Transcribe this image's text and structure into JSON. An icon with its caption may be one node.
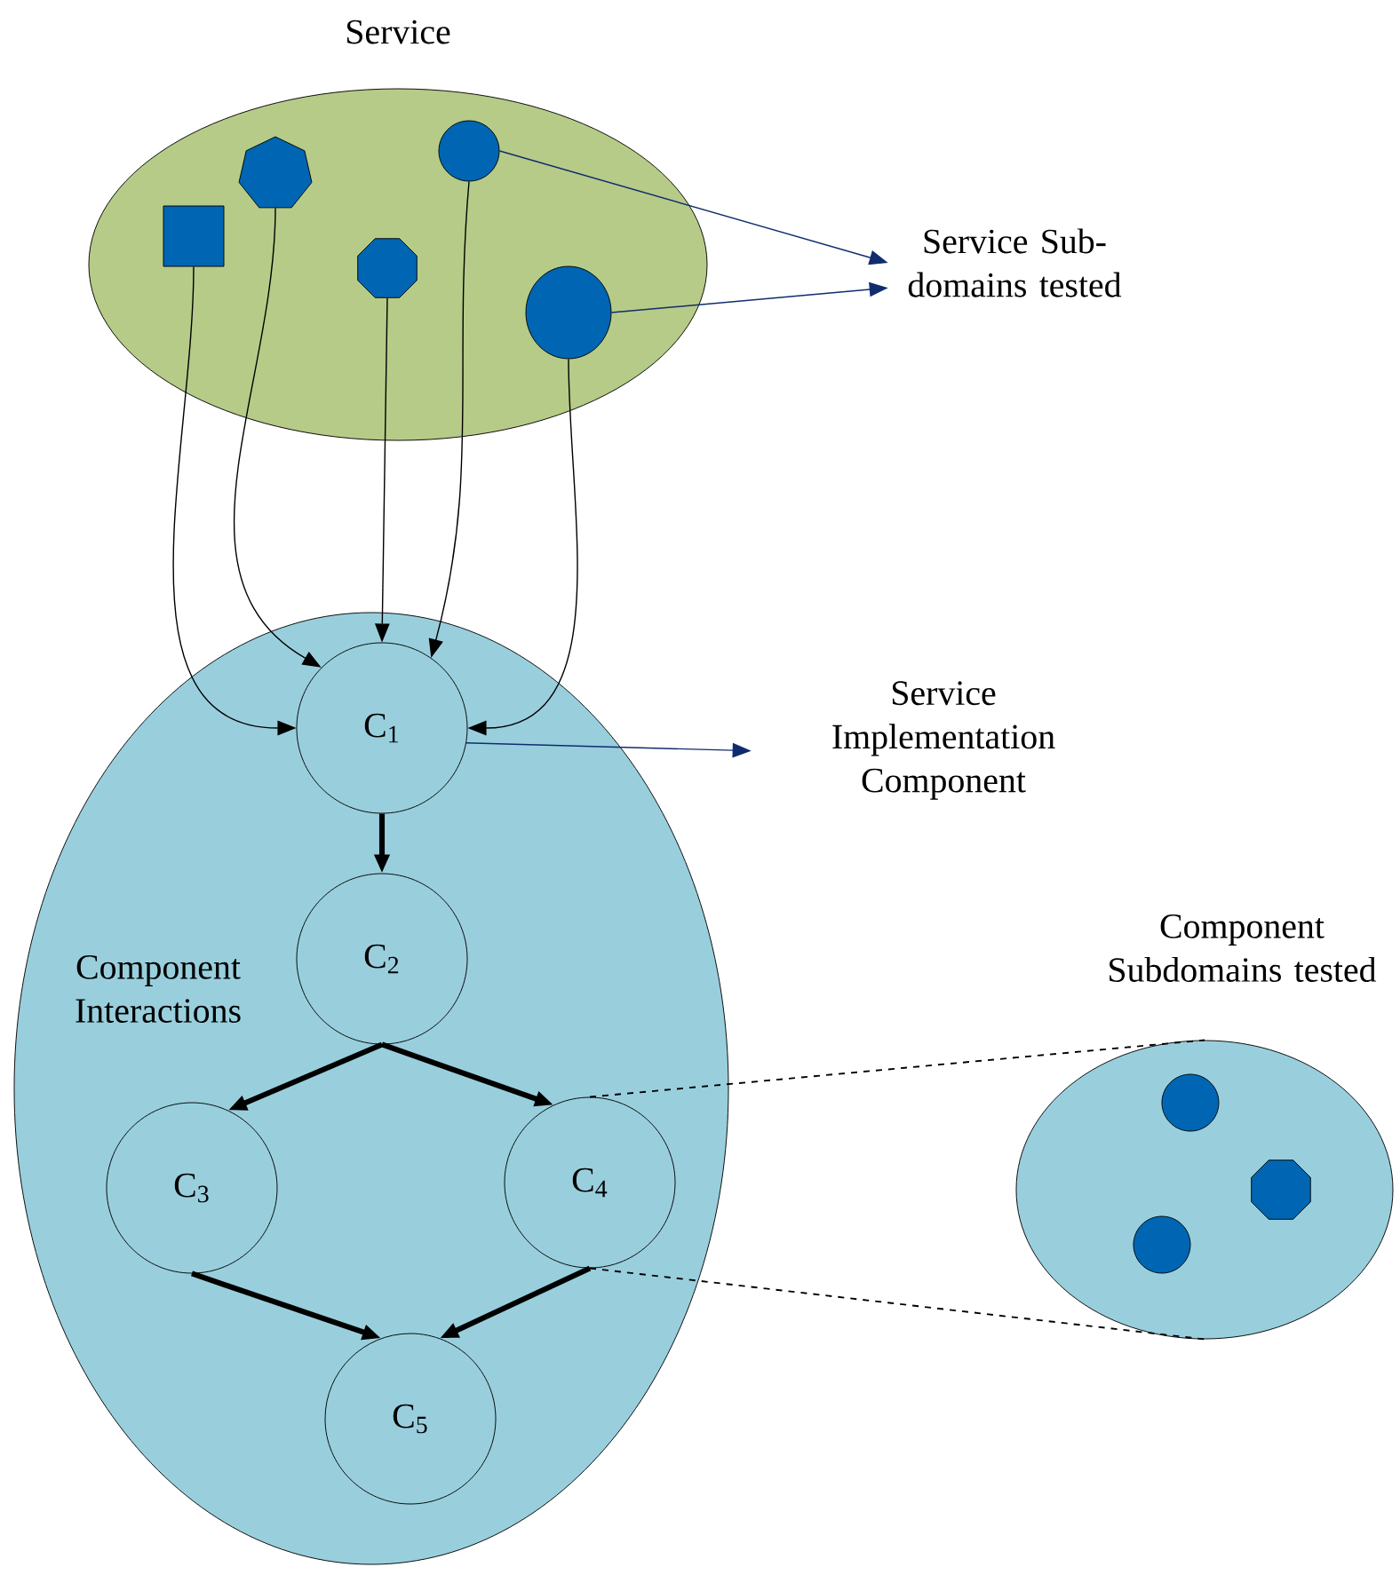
{
  "diagram": {
    "nodes": [
      {
        "text": [
          "Service"
        ]
      },
      {
        "text": [],
        "shape": "box",
        "in": 0
      },
      {
        "text": [],
        "shape": "heptagon",
        "in": 0
      },
      {
        "text": [],
        "shape": "octagon",
        "in": 0
      },
      {
        "text": [],
        "shape": "circle",
        "in": 0
      },
      {
        "text": [],
        "shape": "circle",
        "in": 0
      },
      {
        "text": [
          "Service Sub-domains tested"
        ]
      },
      {
        "text": [
          "Component Interactions"
        ]
      },
      {
        "text": [
          "C$_{1}$"
        ],
        "in": 7
      },
      {
        "text": [
          "C$_{2}$"
        ],
        "in": 7
      },
      {
        "text": [
          "C$_{3}$"
        ],
        "in": 7
      },
      {
        "text": [
          "C$_{4}$"
        ],
        "in": 7
      },
      {
        "text": [
          "C$_{5}$"
        ],
        "in": 7
      },
      {
        "text": [
          "Service Implementation Component"
        ]
      },
      {
        "text": [
          "Component Subdomains tested"
        ]
      },
      {
        "text": [],
        "shape": "circle",
        "in": 14
      },
      {
        "text": [],
        "shape": "octagon",
        "in": 14
      },
      {
        "text": [],
        "shape": "circle",
        "in": 14
      }
    ],
    "edges": [
      {
        "from": 4,
        "to": 6,
        "arrow": "to",
        "color": "#102c6e"
      },
      {
        "from": 5,
        "to": 6,
        "arrow": "to",
        "color": "#102c6e"
      },
      {
        "from": 1,
        "to": 8,
        "arrow": "to"
      },
      {
        "from": 2,
        "to": 8,
        "arrow": "to"
      },
      {
        "from": 3,
        "to": 8,
        "arrow": "to"
      },
      {
        "from": 4,
        "to": 8,
        "arrow": "to"
      },
      {
        "from": 5,
        "to": 8,
        "arrow": "to"
      },
      {
        "from": 8,
        "to": 13,
        "arrow": "to",
        "color": "#102c6e"
      },
      {
        "from": 8,
        "to": 9,
        "arrow": "to",
        "style": "thick"
      },
      {
        "from": 9,
        "to": 10,
        "arrow": "to",
        "style": "thick"
      },
      {
        "from": 9,
        "to": 11,
        "arrow": "to",
        "style": "thick"
      },
      {
        "from": 10,
        "to": 12,
        "arrow": "to",
        "style": "thick"
      },
      {
        "from": 11,
        "to": 12,
        "arrow": "to",
        "style": "thick"
      },
      {
        "from": 11,
        "to": 14,
        "arrow": "none",
        "style": "dashed"
      },
      {
        "from": 11,
        "to": 14,
        "arrow": "none",
        "style": "dashed"
      }
    ]
  }
}
